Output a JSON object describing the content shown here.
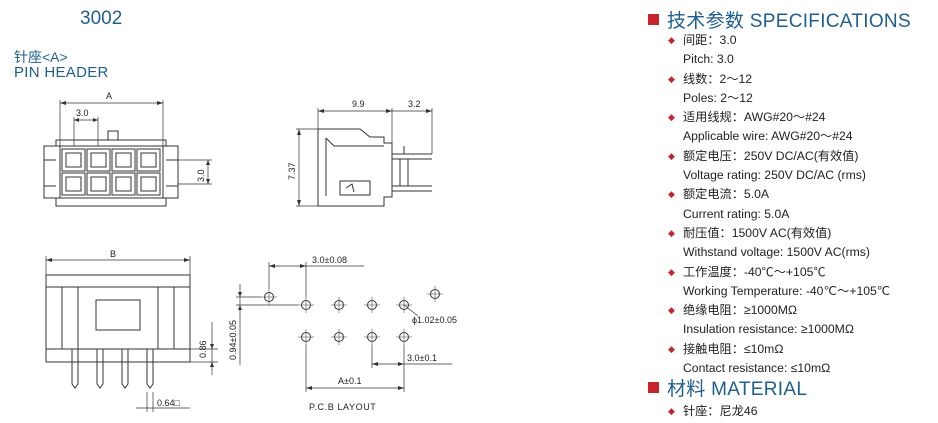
{
  "header": {
    "model": "3002",
    "name_cn": "针座<A>",
    "name_en": "PIN HEADER"
  },
  "drawing": {
    "dim_a": "A",
    "dim_pitch": "3.0",
    "dim_row_pitch": "3.0",
    "dim_width": "9.9",
    "dim_tail": "3.2",
    "dim_height": "7.37",
    "dim_b": "B",
    "dim_post": "0.86",
    "dim_pin": "0.64□",
    "pcb_pitch_top": "3.0±0.08",
    "pcb_offset": "0.94±0.05",
    "pcb_hole": "ϕ1.02±0.05",
    "pcb_pitch_bottom": "3.0±0.1",
    "pcb_a": "A±0.1",
    "pcb_label": "P.C.B LAYOUT"
  },
  "specifications": {
    "title": "技术参数 SPECIFICATIONS",
    "items": [
      {
        "cn": "间距：3.0",
        "en": "Pitch: 3.0"
      },
      {
        "cn": "线数：2～12",
        "en": "Poles: 2～12"
      },
      {
        "cn": "适用线规：AWG#20～#24",
        "en": "Applicable wire: AWG#20～#24"
      },
      {
        "cn": "额定电压：250V DC/AC(有效值)",
        "en": "Voltage rating: 250V DC/AC (rms)"
      },
      {
        "cn": "额定电流：5.0A",
        "en": "Current rating: 5.0A"
      },
      {
        "cn": "耐压值：1500V AC(有效值)",
        "en": "Withstand voltage: 1500V AC(rms)"
      },
      {
        "cn": "工作温度：-40℃～+105℃",
        "en": "Working Temperature: -40℃～+105℃"
      },
      {
        "cn": "绝缘电阻：≥1000MΩ",
        "en": "Insulation resistance: ≥1000MΩ"
      },
      {
        "cn": "接触电阻：≤10mΩ",
        "en": "Contact resistance: ≤10mΩ"
      }
    ]
  },
  "material": {
    "title": "材料 MATERIAL",
    "items": [
      {
        "cn": "针座：尼龙46"
      }
    ]
  },
  "colors": {
    "accent_red": "#c8232a",
    "heading_blue": "#1f5f8f"
  }
}
